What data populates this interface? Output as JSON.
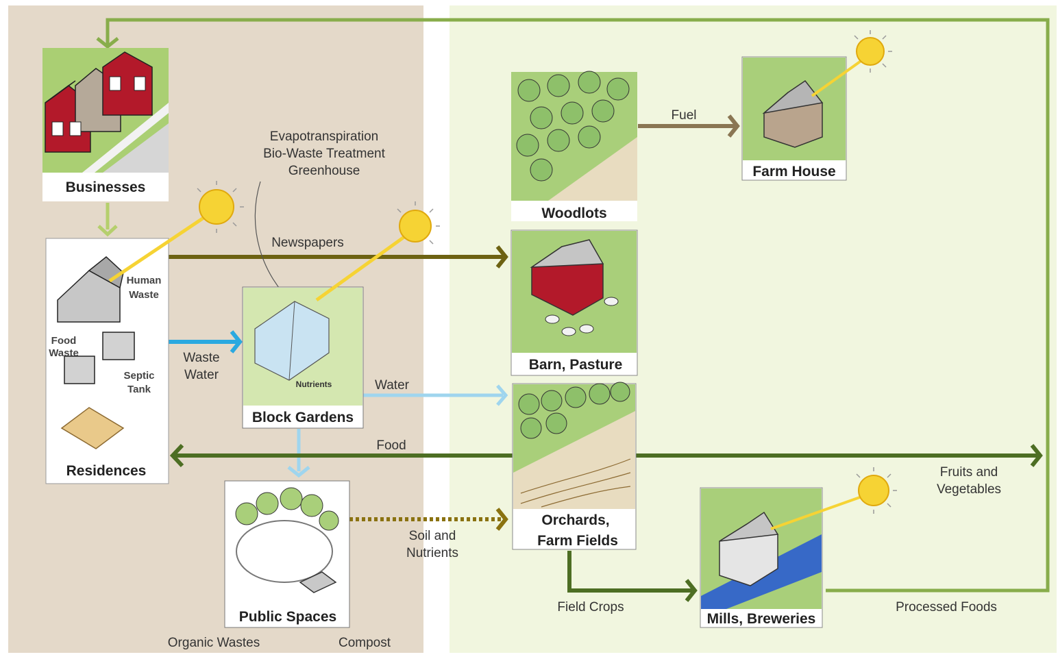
{
  "nodes": {
    "businesses": "Businesses",
    "residences": "Residences",
    "block_gardens": "Block Gardens",
    "public_spaces": "Public Spaces",
    "woodlots": "Woodlots",
    "farm_house": "Farm House",
    "barn_pasture": "Barn, Pasture",
    "orchards_line1": "Orchards,",
    "orchards_line2": "Farm Fields",
    "mills": "Mills, Breweries"
  },
  "inner_labels": {
    "human_waste_1": "Human",
    "human_waste_2": "Waste",
    "food_waste_1": "Food",
    "food_waste_2": "Waste",
    "septic_1": "Septic",
    "septic_2": "Tank",
    "nutrients": "Nutrients"
  },
  "flows": {
    "greenhouse_1": "Evapotranspiration",
    "greenhouse_2": "Bio-Waste Treatment",
    "greenhouse_3": "Greenhouse",
    "newspapers": "Newspapers",
    "waste_water_1": "Waste",
    "waste_water_2": "Water",
    "water": "Water",
    "food": "Food",
    "fuel": "Fuel",
    "soil_1": "Soil and",
    "soil_2": "Nutrients",
    "fruits_1": "Fruits and",
    "fruits_2": "Vegetables",
    "field_crops": "Field Crops",
    "processed_foods": "Processed Foods",
    "organic_wastes": "Organic Wastes",
    "compost": "Compost"
  },
  "colors": {
    "urban_panel": "#e4d9c9",
    "rural_panel": "#f1f6df",
    "green_arrow": "#88ad4b",
    "olive_arrow": "#6d6212",
    "blue_arrow": "#2aa9e0",
    "light_blue_arrow": "#9fd5ee",
    "dark_green_arrow": "#4d6e23",
    "brown_arrow": "#8a7653",
    "sun": "#f6d334"
  }
}
